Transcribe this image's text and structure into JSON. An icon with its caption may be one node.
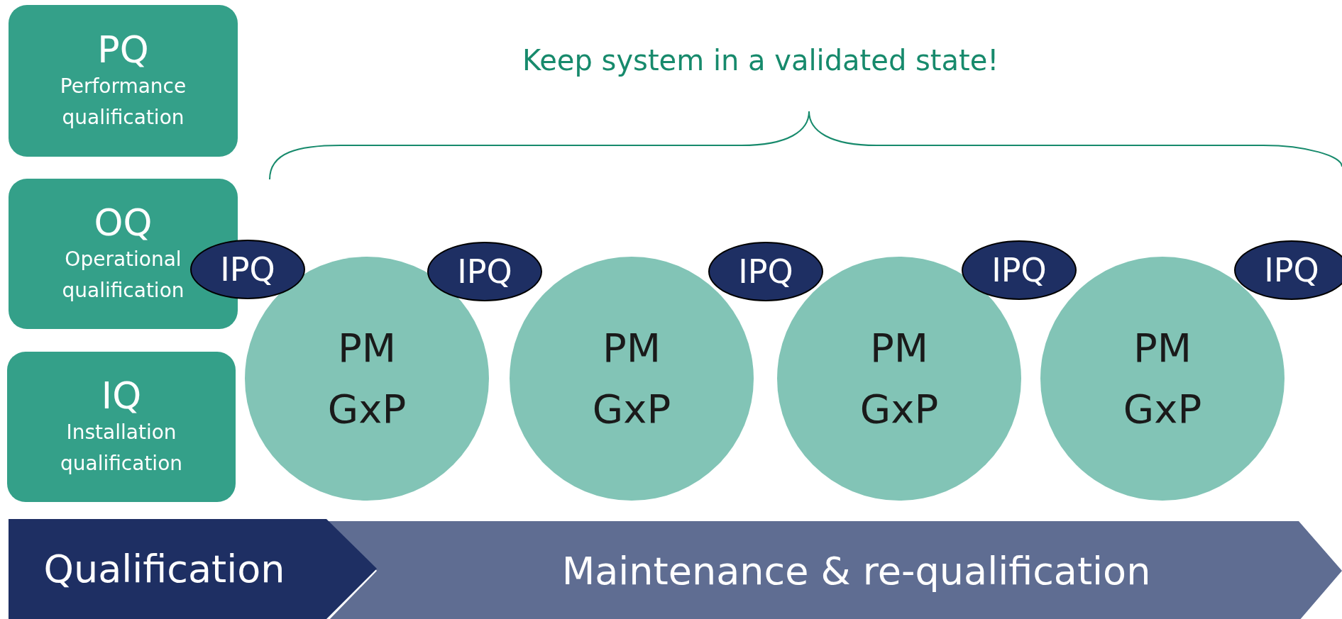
{
  "diagram": {
    "nodes": [
      {
        "text": [
          "PQ",
          "Performance qualification"
        ]
      },
      {
        "text": [
          "OQ",
          "Operational qualification"
        ]
      },
      {
        "text": [
          "IQ",
          "Installation qualification"
        ]
      },
      {
        "text": [
          "IPQ"
        ]
      },
      {
        "text": [
          "IPQ"
        ]
      },
      {
        "text": [
          "IPQ"
        ]
      },
      {
        "text": [
          "IPQ"
        ]
      },
      {
        "text": [
          "IPQ"
        ]
      },
      {
        "text": [
          "PM",
          "GxP"
        ]
      },
      {
        "text": [
          "PM",
          "GxP"
        ]
      },
      {
        "text": [
          "PM",
          "GxP"
        ]
      },
      {
        "text": [
          "PM",
          "GxP"
        ]
      },
      {
        "text": [
          "Qualification"
        ]
      },
      {
        "text": [
          "Maintenance & re-qualification"
        ]
      }
    ],
    "edges": [],
    "labels": [
      "Keep system in a validated state!"
    ]
  }
}
